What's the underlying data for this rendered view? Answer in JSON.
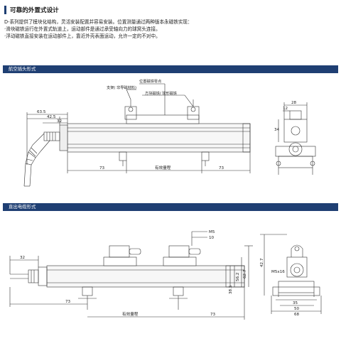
{
  "header": {
    "title": "可靠的外置式设计"
  },
  "intro": {
    "line1": "D-系列提供了模块化结构，灵活安装配置并容易安装。位置测量通过两种版本永磁铁实现：",
    "line2": "·滑块磁铁运行在外置式轨道上，运动部件是通过承受轴向力的球窝头连接。",
    "line3": "·浮动磁铁直接安装在运动部件上，靠近外壳表面运动，允许一定的不对中。"
  },
  "section1": {
    "title": "航空插头形式",
    "callouts": {
      "bracket": "支架( 非导磁材料)",
      "magnet_zero": "位置磁铁零点",
      "magnet_type": "方块磁铁/ 球形磁铁"
    },
    "dims": {
      "d63": "63.5",
      "d42": "42.5",
      "d32": "32",
      "d73a": "73",
      "d73b": "73",
      "effective": "有效量程",
      "side_top": "28",
      "side_mid": "12",
      "side_left": "34"
    }
  },
  "section2": {
    "title": "直出电缆形式",
    "dims": {
      "d32": "32",
      "m5": "M5",
      "d10": "10",
      "d385": "38.5",
      "d562": "56.2",
      "d627": "62.7",
      "d73a": "73",
      "d73b": "73",
      "effective": "有效量程",
      "side_427": "42.7",
      "side_m5": "M5x16",
      "side_35": "35",
      "side_50": "50",
      "side_68": "68"
    }
  },
  "colors": {
    "section_bar": "#1f3f73",
    "line": "#333333"
  }
}
